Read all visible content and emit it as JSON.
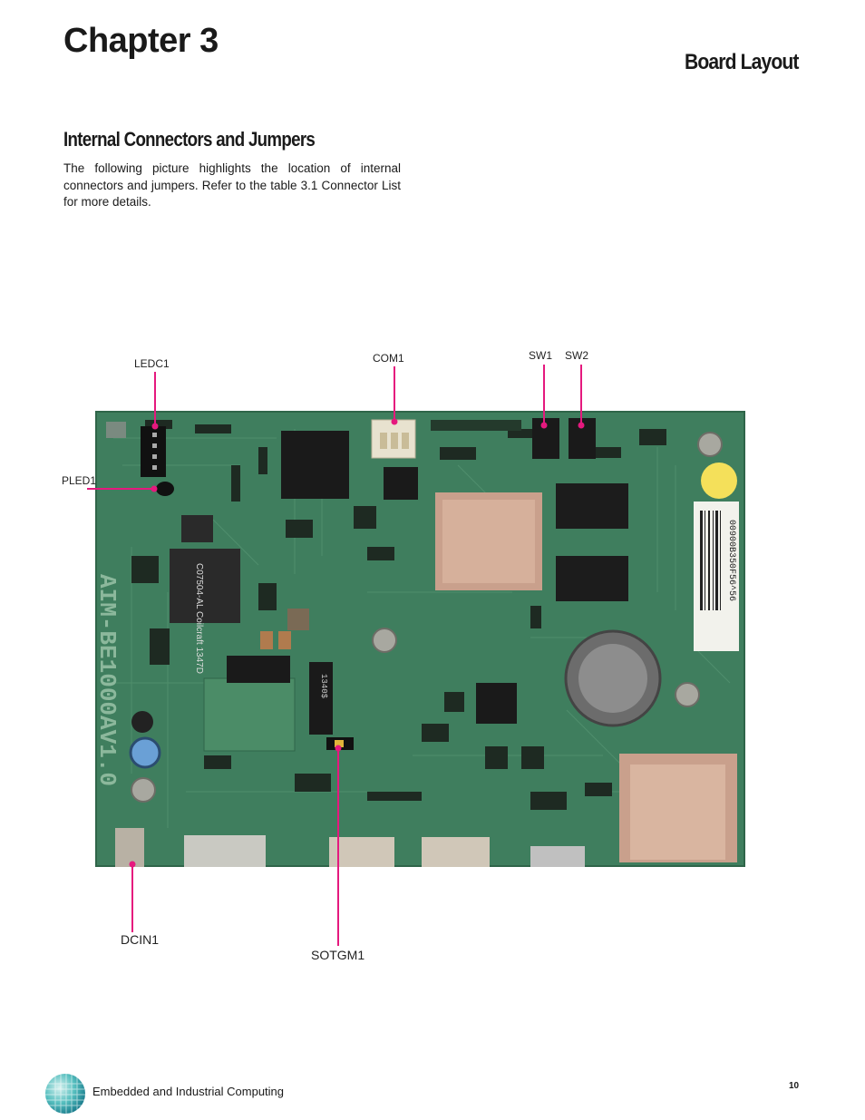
{
  "header": {
    "chapter": "Chapter 3",
    "section": "Board Layout"
  },
  "content": {
    "subsection": "Internal Connectors and Jumpers",
    "intro": "The following picture highlights the location of internal connectors and jumpers. Refer to the table 3.1 Connector List for more details."
  },
  "board": {
    "callouts": {
      "ledc1": "LEDC1",
      "com1": "COM1",
      "sw1": "SW1",
      "sw2": "SW2",
      "pled1": "PLED1",
      "dcin1": "DCIN1",
      "sotgm1": "SOTGM1"
    },
    "markings": {
      "model": "AIM-BE1000AV1.0",
      "barcode": "00900B350F56^56",
      "coilcraft": "C07504-AL Coilcraft 1347D",
      "chip_code": "1340$"
    },
    "colors": {
      "pcb": "#3f7e5e",
      "pcb_dark": "#2f6549",
      "callout": "#e5197e",
      "heatsink": "#c9a08c"
    }
  },
  "footer": {
    "tagline": "Embedded and Industrial Computing",
    "page_number": "10"
  }
}
